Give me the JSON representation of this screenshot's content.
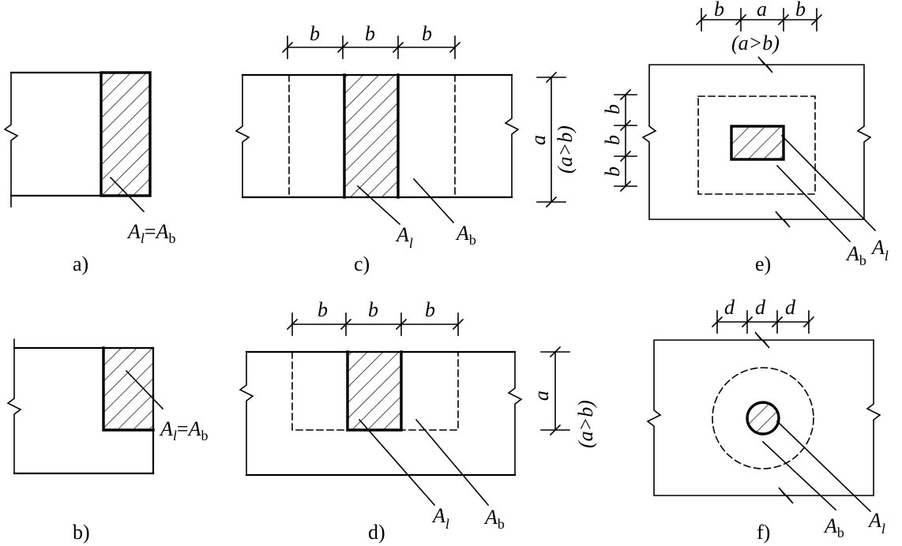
{
  "panels": {
    "a": {
      "caption": "a)",
      "label_l": "A",
      "label_l_sub": "l",
      "label_eq": "=",
      "label_b": "A",
      "label_b_sub": "b"
    },
    "b": {
      "caption": "b)",
      "label_l": "A",
      "label_l_sub": "l",
      "label_eq": "=",
      "label_b": "A",
      "label_b_sub": "b"
    },
    "c": {
      "caption": "c)",
      "dims": [
        "b",
        "b",
        "b"
      ],
      "dim_a": "a",
      "dim_cond": "(a>b)",
      "label_l": "A",
      "label_l_sub": "l",
      "label_b": "A",
      "label_b_sub": "b"
    },
    "d": {
      "caption": "d)",
      "dims": [
        "b",
        "b",
        "b"
      ],
      "dim_a": "a",
      "dim_cond": "(a>b)",
      "label_l": "A",
      "label_l_sub": "l",
      "label_b": "A",
      "label_b_sub": "b"
    },
    "e": {
      "caption": "e)",
      "dims_top": [
        "b",
        "a",
        "b"
      ],
      "dim_cond": "(a>b)",
      "dims_side": [
        "b",
        "b",
        "b"
      ],
      "label_b": "A",
      "label_b_sub": "b",
      "label_l": "A",
      "label_l_sub": "l"
    },
    "f": {
      "caption": "f)",
      "dims": [
        "d",
        "d",
        "d"
      ],
      "label_b": "A",
      "label_b_sub": "b",
      "label_l": "A",
      "label_l_sub": "l"
    }
  }
}
